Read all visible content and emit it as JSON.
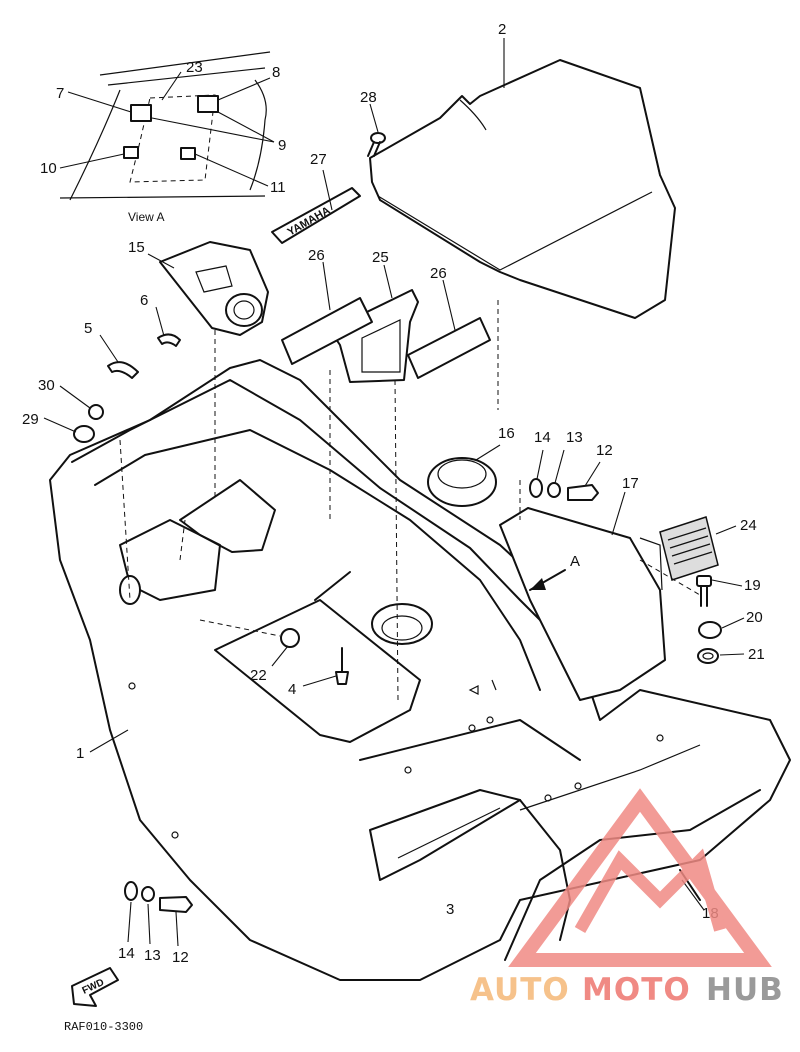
{
  "view_label": "View A",
  "fwd_label": "FWD",
  "drawing_code": "RAF010-3300",
  "arrow_label": "A",
  "emblem_text": "YAMAHA",
  "callouts": [
    {
      "id": "c1",
      "label": "1"
    },
    {
      "id": "c2",
      "label": "2"
    },
    {
      "id": "c3",
      "label": "3"
    },
    {
      "id": "c4",
      "label": "4"
    },
    {
      "id": "c5",
      "label": "5"
    },
    {
      "id": "c6",
      "label": "6"
    },
    {
      "id": "c7",
      "label": "7"
    },
    {
      "id": "c8",
      "label": "8"
    },
    {
      "id": "c9",
      "label": "9"
    },
    {
      "id": "c10",
      "label": "10"
    },
    {
      "id": "c11",
      "label": "11"
    },
    {
      "id": "c12a",
      "label": "12"
    },
    {
      "id": "c12b",
      "label": "12"
    },
    {
      "id": "c13a",
      "label": "13"
    },
    {
      "id": "c13b",
      "label": "13"
    },
    {
      "id": "c14a",
      "label": "14"
    },
    {
      "id": "c14b",
      "label": "14"
    },
    {
      "id": "c15",
      "label": "15"
    },
    {
      "id": "c16",
      "label": "16"
    },
    {
      "id": "c17",
      "label": "17"
    },
    {
      "id": "c18",
      "label": "18"
    },
    {
      "id": "c19",
      "label": "19"
    },
    {
      "id": "c20",
      "label": "20"
    },
    {
      "id": "c21",
      "label": "21"
    },
    {
      "id": "c22",
      "label": "22"
    },
    {
      "id": "c23",
      "label": "23"
    },
    {
      "id": "c24",
      "label": "24"
    },
    {
      "id": "c25",
      "label": "25"
    },
    {
      "id": "c26a",
      "label": "26"
    },
    {
      "id": "c26b",
      "label": "26"
    },
    {
      "id": "c27",
      "label": "27"
    },
    {
      "id": "c28",
      "label": "28"
    },
    {
      "id": "c29",
      "label": "29"
    },
    {
      "id": "c30",
      "label": "30"
    }
  ],
  "watermark": {
    "part1": "AUTO",
    "part2": "MOTO",
    "part3": "HUB",
    "color_light": "#f6c28b",
    "color_red": "#f08a84",
    "color_grey": "#9a9a9a"
  }
}
